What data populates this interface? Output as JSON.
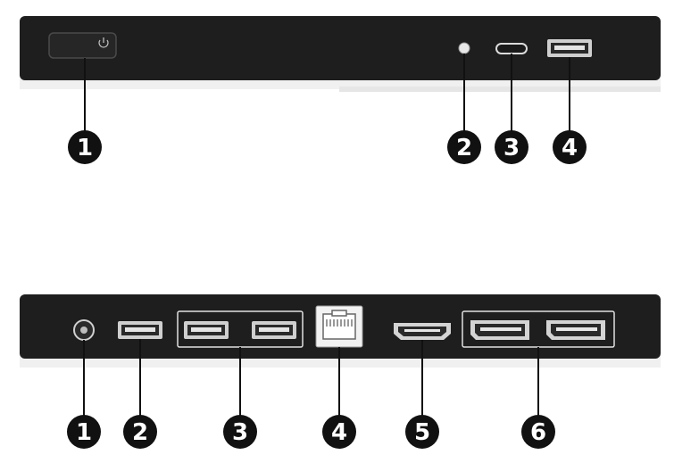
{
  "front_panel": {
    "callouts": [
      "1",
      "2",
      "3",
      "4"
    ],
    "icons": [
      "power-button-icon",
      "headset-jack-icon",
      "usb-c-port-icon",
      "usb-a-port-icon"
    ]
  },
  "rear_panel": {
    "callouts": [
      "1",
      "2",
      "3",
      "4",
      "5",
      "6"
    ],
    "icons": [
      "power-connector-icon",
      "usb-a-port-icon",
      "dual-usb-a-ports-icon",
      "rj45-network-jack-icon",
      "hdmi-port-icon",
      "dual-displayport-icon"
    ]
  },
  "colors": {
    "chassis": "#1e1e1e",
    "chassis_edge": "#2c2c2c",
    "callout_fill": "#111111",
    "port_metal": "#d9d9d9",
    "leader": "#111111"
  }
}
